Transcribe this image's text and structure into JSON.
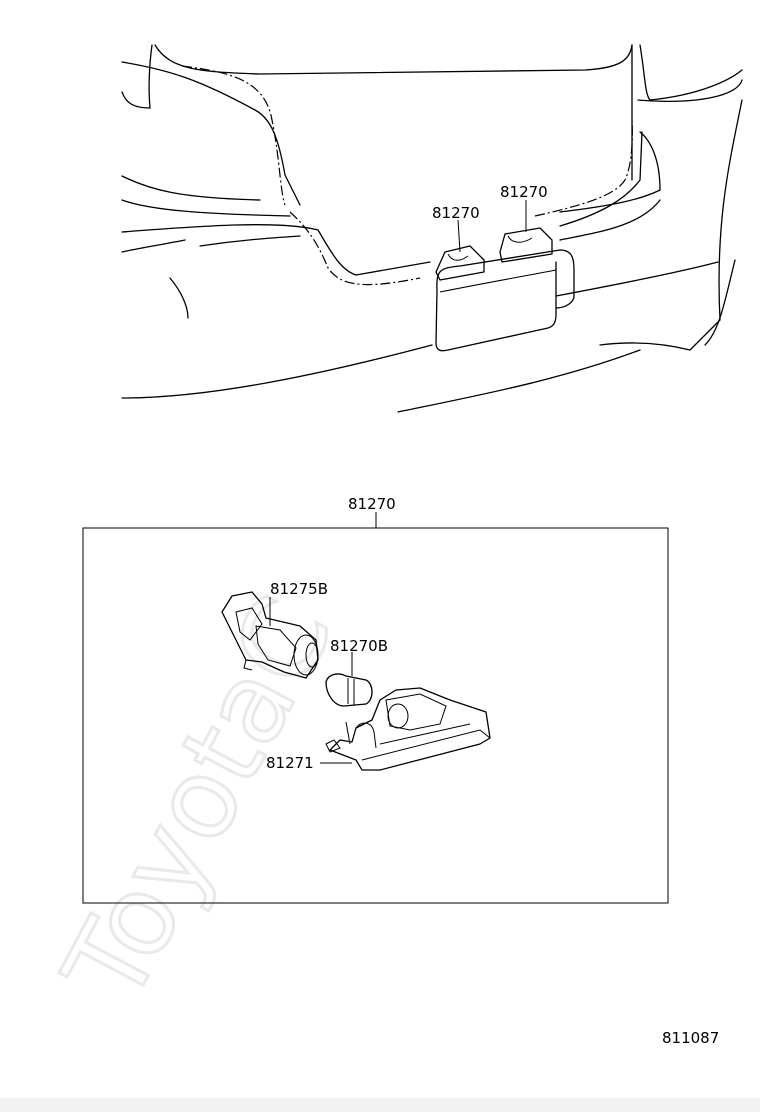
{
  "watermark": "ToyotaC",
  "upper_view": {
    "callouts": [
      "81270",
      "81270"
    ]
  },
  "detail": {
    "box_label": "81270",
    "parts": [
      {
        "part_no": "81275B"
      },
      {
        "part_no": "81270B"
      },
      {
        "part_no": "81271"
      }
    ]
  },
  "illustration_id": "811087"
}
